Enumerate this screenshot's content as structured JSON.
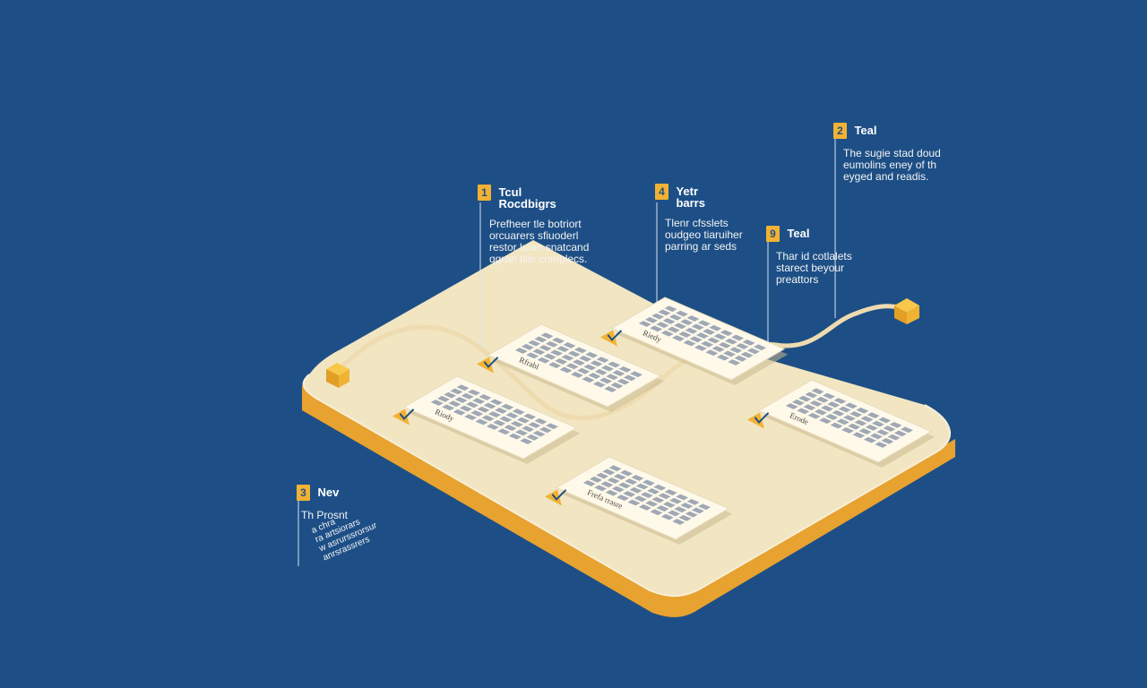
{
  "palette": {
    "background": "#1d4f86",
    "platform_top": "#f2e5c2",
    "platform_side": "#e7a22f",
    "accent": "#f1b233",
    "paper": "#fff9ea",
    "cell": "#8e9aaa",
    "check": "#1d4f86"
  },
  "icons": {
    "cube": "cube-icon",
    "check": "check-icon"
  },
  "callouts": [
    {
      "badge": "1",
      "title": "Tcul\nRocdbigrs",
      "body": "Prefheer tle botriort\norcuarers sfiuoderl\nrestor lulan snatcand\nqgran tiiie complecs."
    },
    {
      "badge": "4",
      "title": "Yetr\nbarrs",
      "body": "Tlenr cfsslets\noudgeo tiaruiher\nparring ar seds"
    },
    {
      "badge": "9",
      "title": "Teal",
      "body": "Thar id cotlalets\nstarect beyour\npreattors"
    },
    {
      "badge": "2",
      "title": "Teal",
      "body": "The sugie stad doud\neumolins eney of th\neyged and readis."
    },
    {
      "badge": "3",
      "title": "Nev",
      "body": "Th Prosnt"
    }
  ],
  "rotated_text": "a chra\nra artsiorars\nw asrurssrorsur\nanrsrassrers",
  "cards": [
    {
      "label": "Riody"
    },
    {
      "label": "Rfrabl"
    },
    {
      "label": "Riedy"
    },
    {
      "label": "Frefa rrasre"
    },
    {
      "label": "Erode"
    }
  ]
}
